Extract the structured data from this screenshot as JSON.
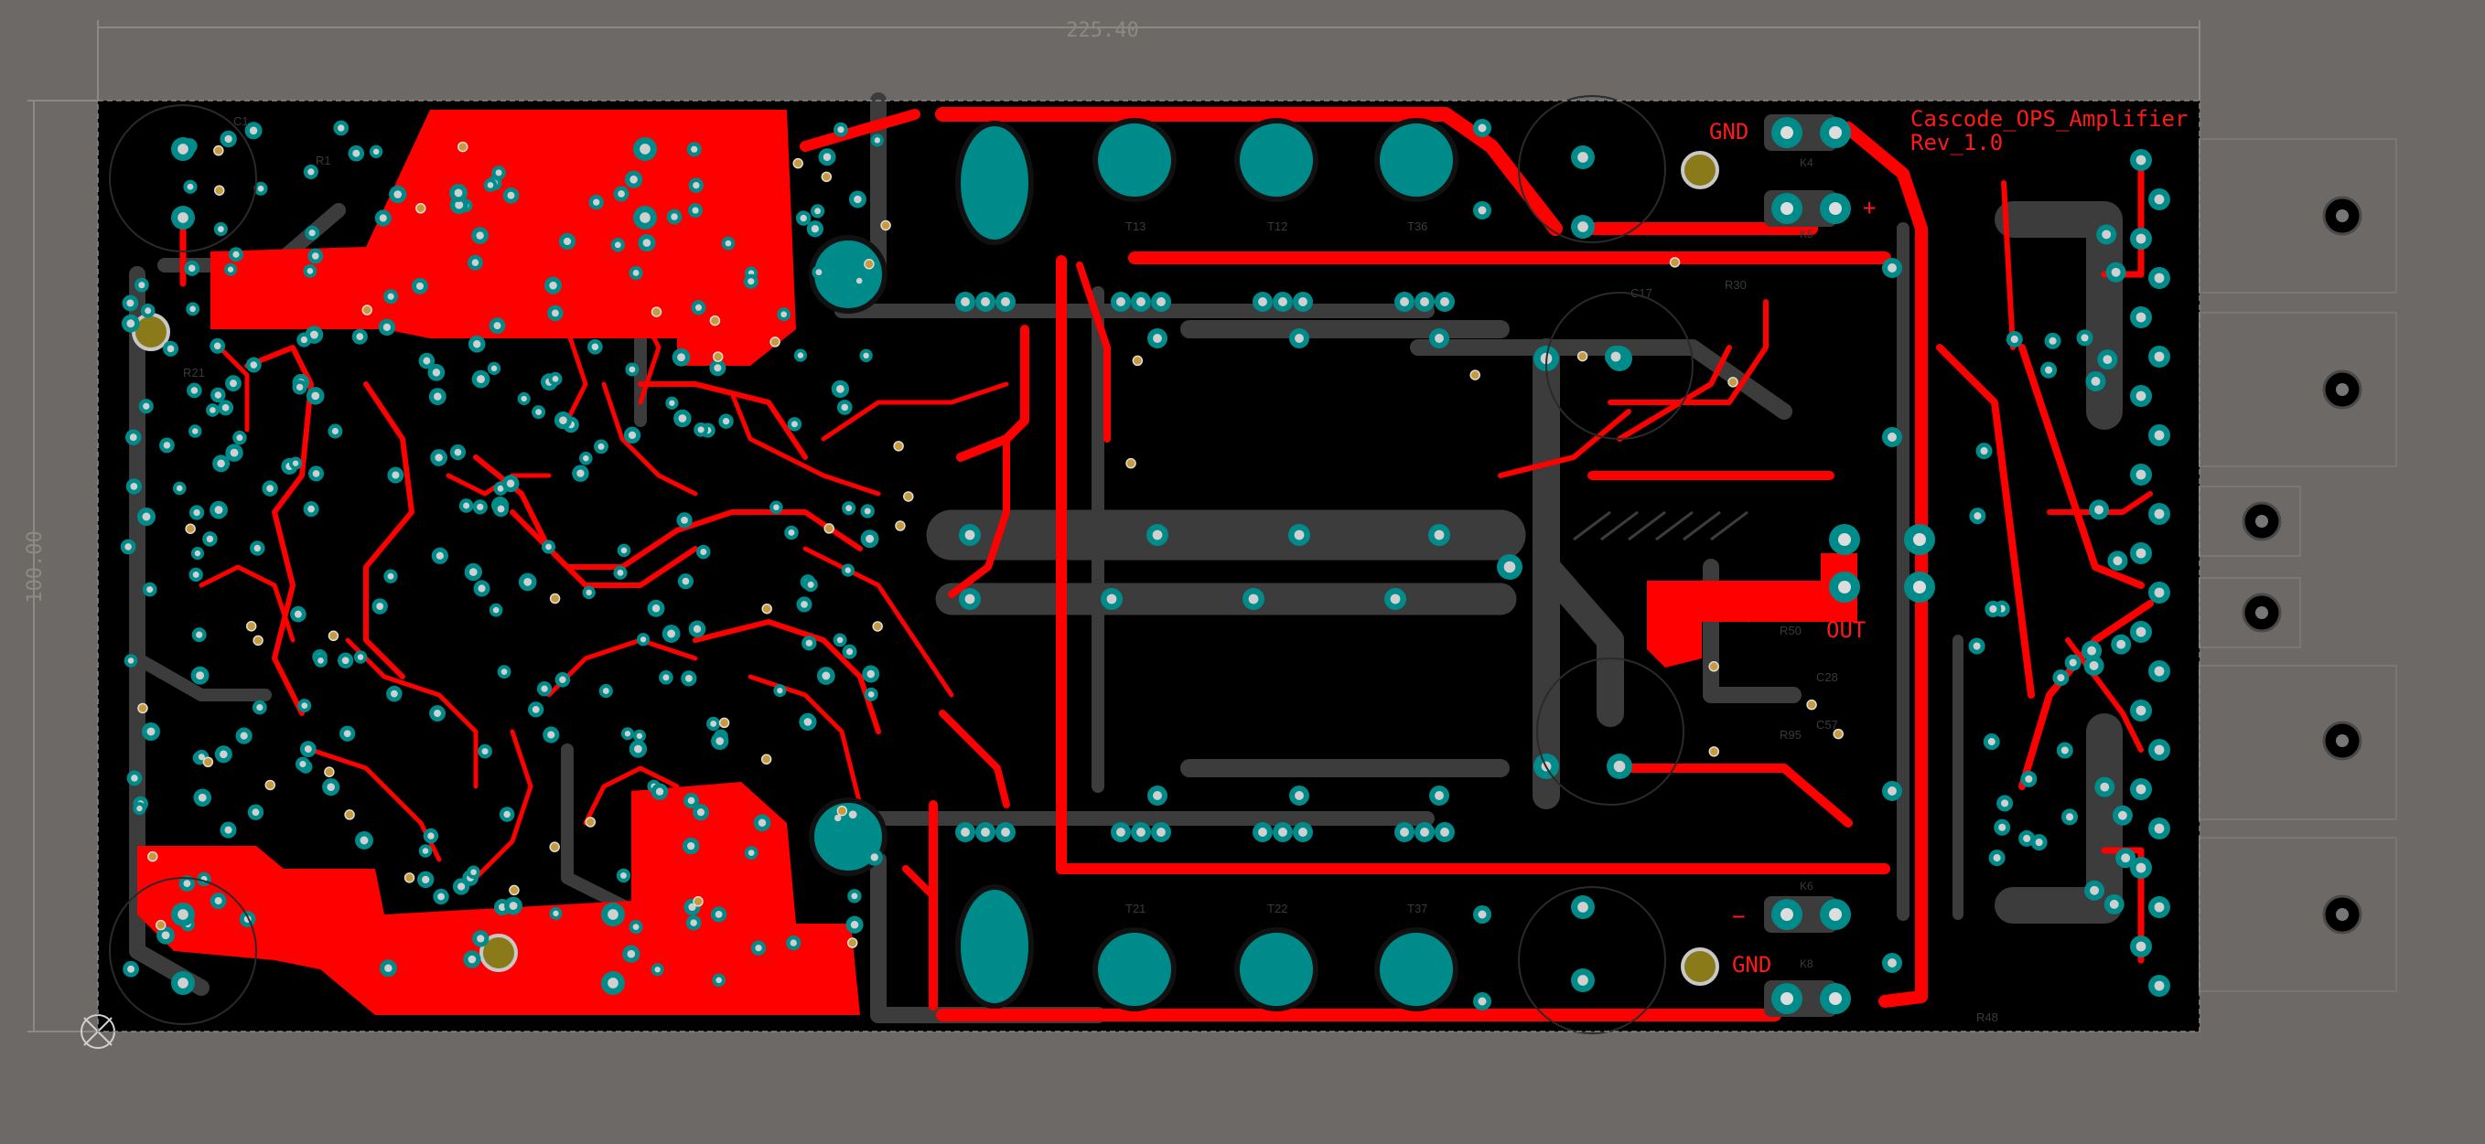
{
  "board": {
    "title_line1": "Cascode_OPS_Amplifier",
    "title_line2": "Rev_1.0",
    "width_dimension": "225.40",
    "height_dimension": "100.00"
  },
  "labels": {
    "gnd_top": "GND",
    "gnd_bottom": "GND",
    "plus": "+",
    "minus": "−",
    "out": "OUT"
  },
  "designators": {
    "k4": "K4",
    "k5": "K5",
    "k6": "K6",
    "k8": "K8",
    "t13": "T13",
    "t12": "T12",
    "t36": "T36",
    "t21": "T21",
    "t22": "T22",
    "t37": "T37",
    "r30": "R30",
    "r50": "R50",
    "r95": "R95",
    "r48": "R48",
    "c1": "C1",
    "r1": "R1",
    "r21": "R21",
    "c17": "C17",
    "c28": "C28",
    "c57": "C57"
  },
  "colors": {
    "background": "#6d6966",
    "board": "#000000",
    "top_copper": "#ff0000",
    "inner_copper": "#3c3c3c",
    "pad": "#008b8b",
    "drill": "#c8c8c8",
    "mounting_hole": "#8a7a1a"
  },
  "icons": {
    "origin_marker": "origin-crosshair-icon"
  }
}
